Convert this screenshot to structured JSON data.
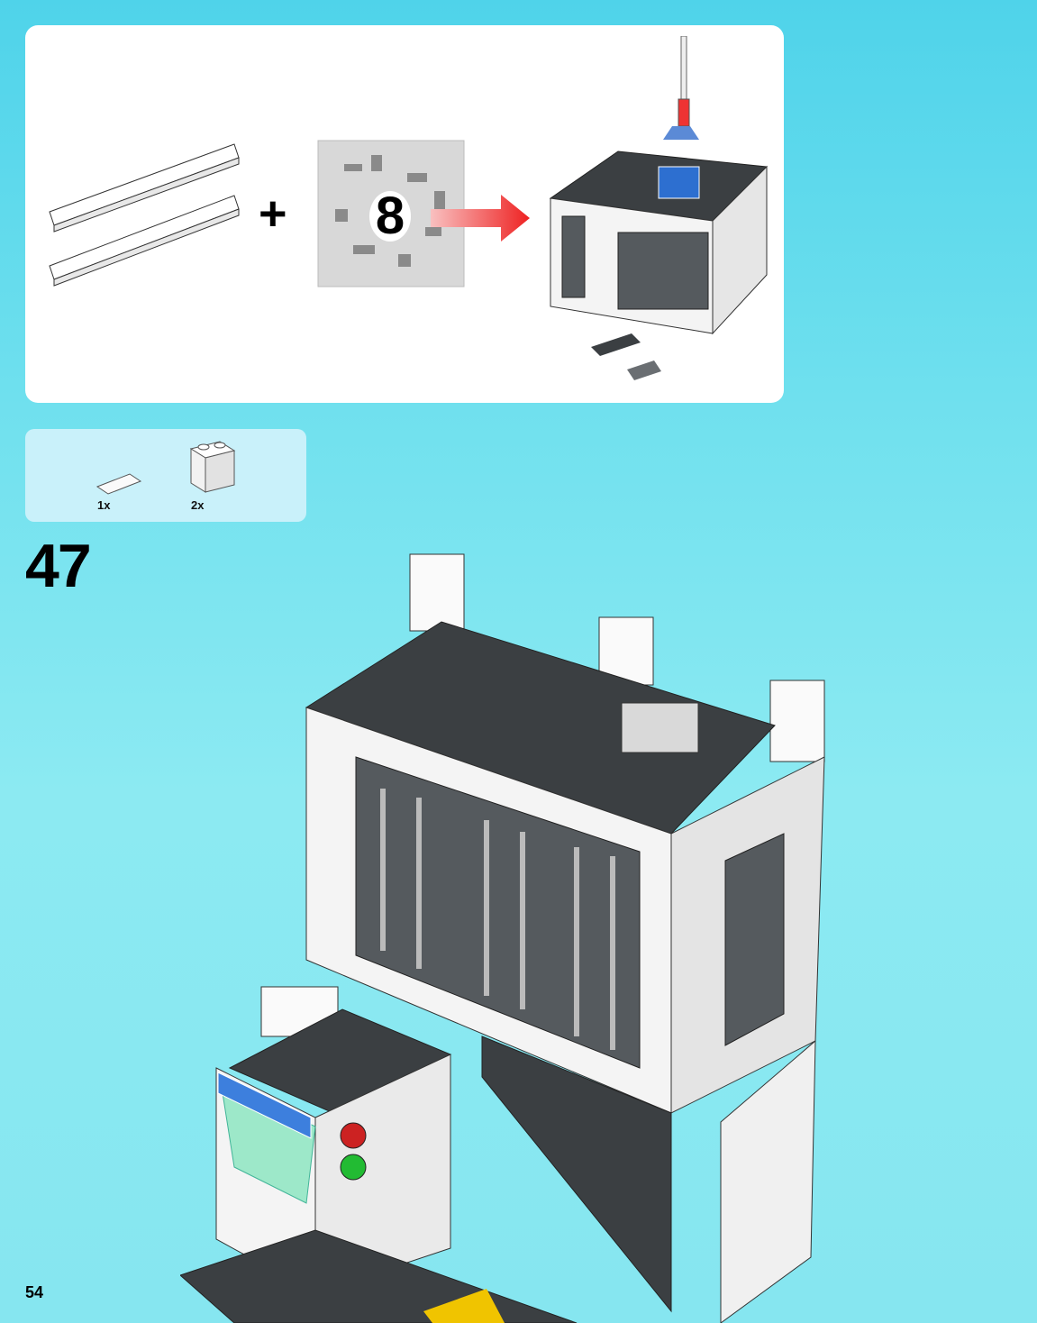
{
  "callout": {
    "bag_number": "8",
    "plus_sign": "+"
  },
  "parts": [
    {
      "name": "tile",
      "quantity": "1x"
    },
    {
      "name": "brick",
      "quantity": "2x"
    }
  ],
  "step_number": "47",
  "page_number": "54",
  "colors": {
    "sky": "#6fe0ee",
    "panel": "#ffffff",
    "parts_panel": "#c9f1fa",
    "arrow": "#ee2222",
    "dark_brick": "#3b3f42",
    "white_brick": "#f4f4f4"
  }
}
